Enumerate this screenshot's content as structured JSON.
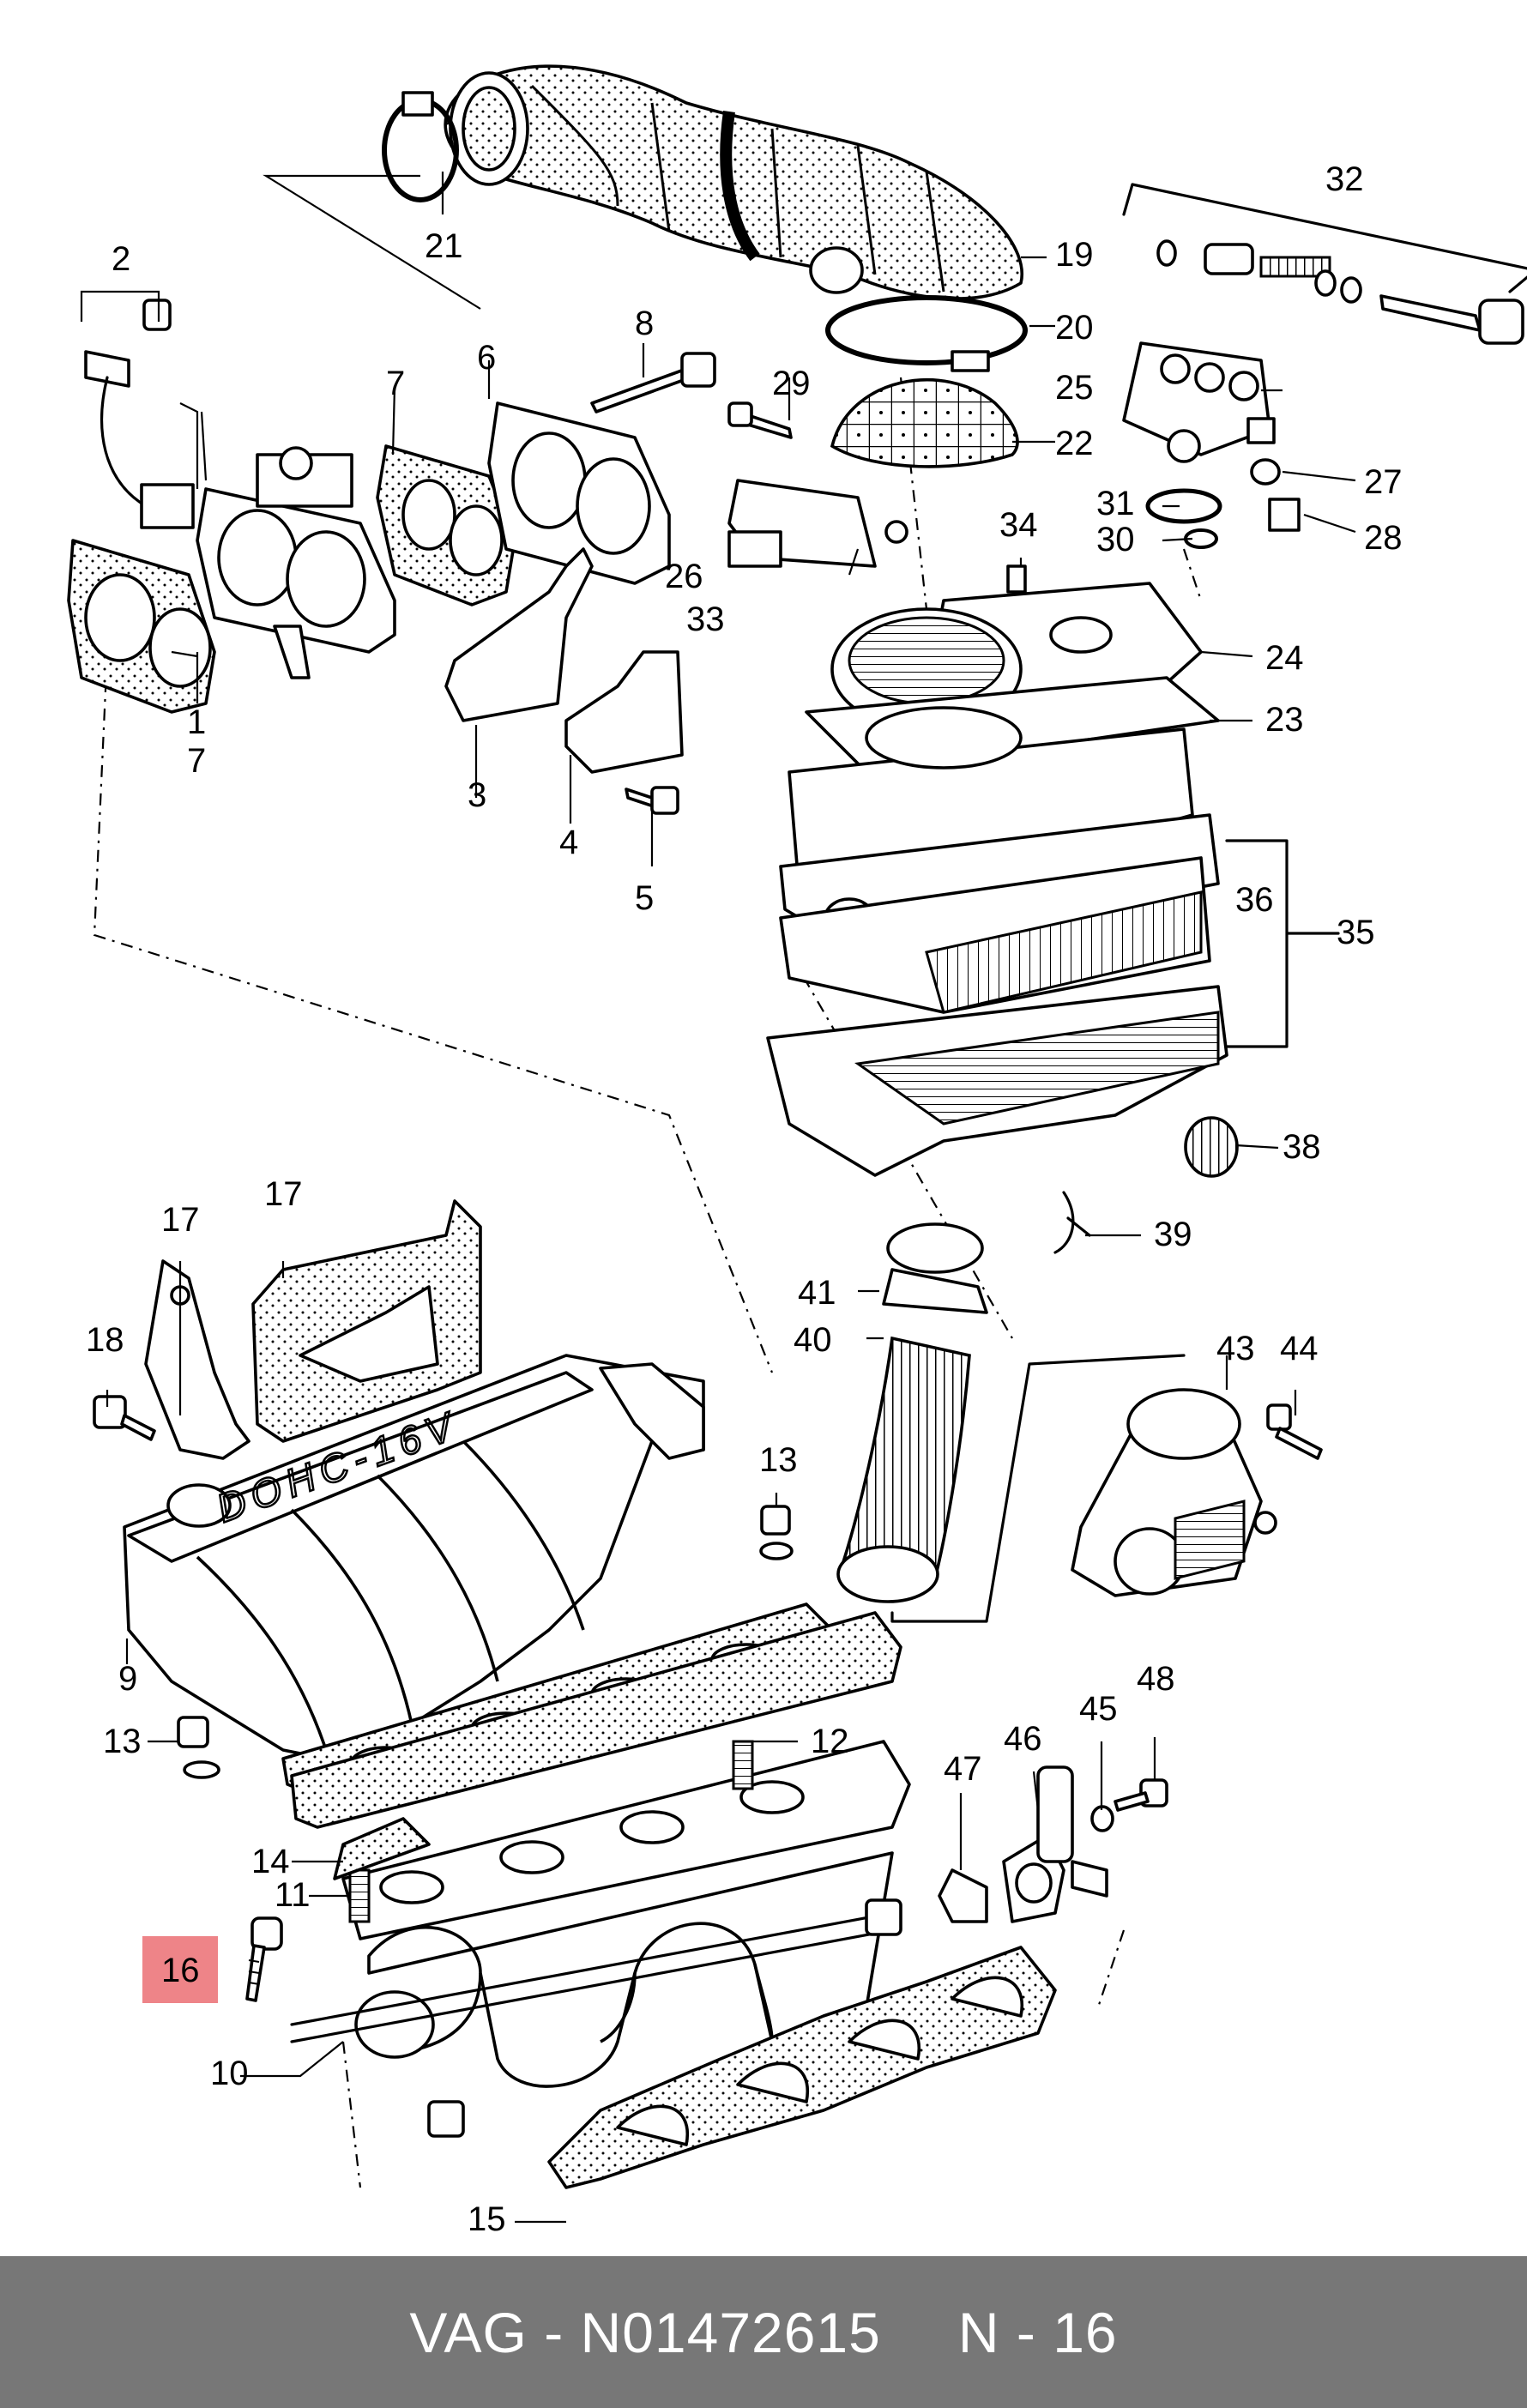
{
  "colors": {
    "line": "#000000",
    "background": "#ffffff",
    "highlight": "#ee8488",
    "footer_bg": "#777777",
    "footer_text": "#ffffff"
  },
  "callouts": {
    "n1": "1",
    "n2": "2",
    "n3": "3",
    "n4": "4",
    "n5": "5",
    "n6": "6",
    "n7a": "7",
    "n7b": "7",
    "n8": "8",
    "n9": "9",
    "n10": "10",
    "n11": "11",
    "n12": "12",
    "n13a": "13",
    "n13b": "13",
    "n14": "14",
    "n15": "15",
    "n16": "16",
    "n17a": "17",
    "n17b": "17",
    "n18": "18",
    "n19": "19",
    "n20": "20",
    "n21": "21",
    "n22": "22",
    "n23": "23",
    "n24": "24",
    "n25": "25",
    "n26": "26",
    "n27": "27",
    "n28": "28",
    "n29": "29",
    "n30": "30",
    "n31": "31",
    "n32": "32",
    "n33": "33",
    "n34": "34",
    "n35": "35",
    "n36": "36",
    "n38": "38",
    "n39": "39",
    "n40": "40",
    "n41": "41",
    "n43": "43",
    "n44": "44",
    "n45": "45",
    "n46": "46",
    "n47": "47",
    "n48": "48"
  },
  "manifold_text": "DOHC-16V",
  "footer": {
    "brand": "VAG",
    "separator": "-",
    "part_number": "N01472615",
    "ref_prefix": "N",
    "ref_separator": "-",
    "ref_number": "16"
  }
}
